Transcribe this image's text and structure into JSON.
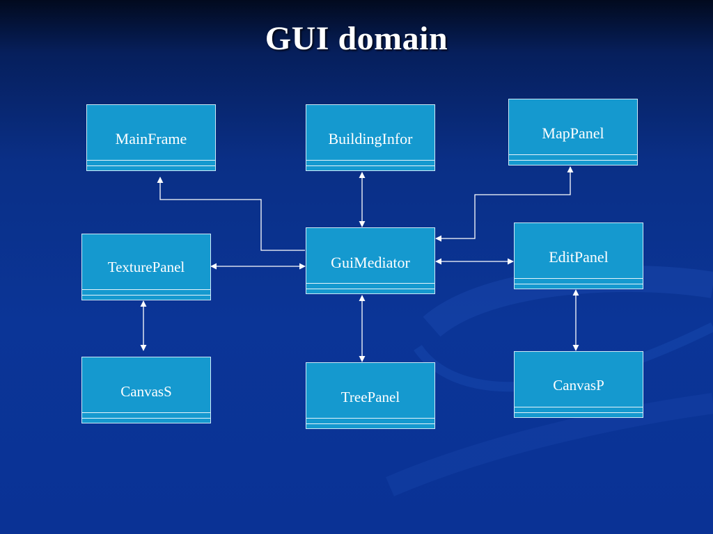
{
  "title": "GUI domain",
  "colors": {
    "background": "#0a3295",
    "box_fill": "#1599cf",
    "box_border": "#cfe9f6",
    "text": "#ffffff",
    "connector": "#ffffff"
  },
  "classes": {
    "mainframe": "MainFrame",
    "buildinginfor": "BuildingInfor",
    "mappanel": "MapPanel",
    "texturepanel": "TexturePanel",
    "guimediator": "GuiMediator",
    "editpanel": "EditPanel",
    "canvass": "CanvasS",
    "treepanel": "TreePanel",
    "canvasp": "CanvasP"
  },
  "associations": [
    {
      "from": "GuiMediator",
      "to": "MainFrame",
      "type": "navigable-to-target"
    },
    {
      "from": "GuiMediator",
      "to": "BuildingInfor",
      "type": "bidirectional"
    },
    {
      "from": "GuiMediator",
      "to": "MapPanel",
      "type": "bidirectional"
    },
    {
      "from": "GuiMediator",
      "to": "TexturePanel",
      "type": "bidirectional"
    },
    {
      "from": "GuiMediator",
      "to": "EditPanel",
      "type": "bidirectional"
    },
    {
      "from": "GuiMediator",
      "to": "TreePanel",
      "type": "bidirectional"
    },
    {
      "from": "TexturePanel",
      "to": "CanvasS",
      "type": "bidirectional"
    },
    {
      "from": "EditPanel",
      "to": "CanvasP",
      "type": "bidirectional"
    }
  ]
}
